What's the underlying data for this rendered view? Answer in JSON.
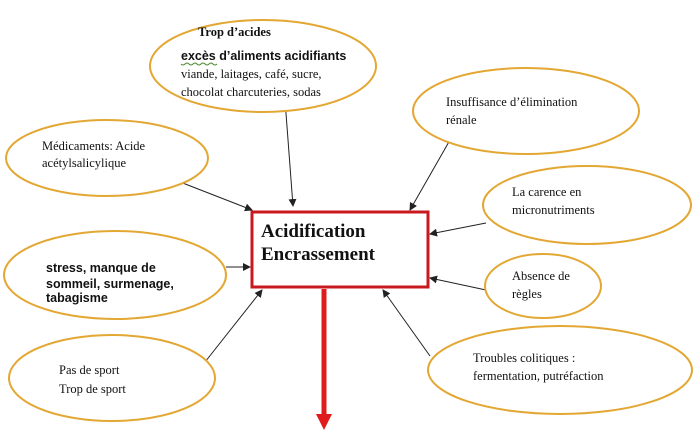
{
  "center": {
    "line1": "Acidification",
    "line2": "Encrassement"
  },
  "causes": {
    "acides": {
      "title": "Trop d’acides",
      "line1": "excès d’aliments acidifiants",
      "line2": "viande, laitages, café, sucre,",
      "line3": "chocolat charcuteries, sodas"
    },
    "renale": {
      "line1": "Insuffisance d’élimination",
      "line2": "rénale"
    },
    "medicaments": {
      "line1": "Médicaments: Acide",
      "line2": "acétylsalicylique"
    },
    "carence": {
      "line1": "La carence en",
      "line2": "micronutriments"
    },
    "stress": {
      "line1": "stress, manque de",
      "line2": "sommeil, surmenage,",
      "line3": "tabagisme"
    },
    "regles": {
      "line1": "Absence de",
      "line2": "règles"
    },
    "sport": {
      "line1": "Pas de sport",
      "line2": "Trop de sport"
    },
    "coliques": {
      "line1": "Troubles colitiques :",
      "line2": "fermentation, putréfaction"
    }
  },
  "colors": {
    "oval_border": "#e3a733",
    "box_border": "#c8191e",
    "down_arrow": "#e01b1b"
  }
}
